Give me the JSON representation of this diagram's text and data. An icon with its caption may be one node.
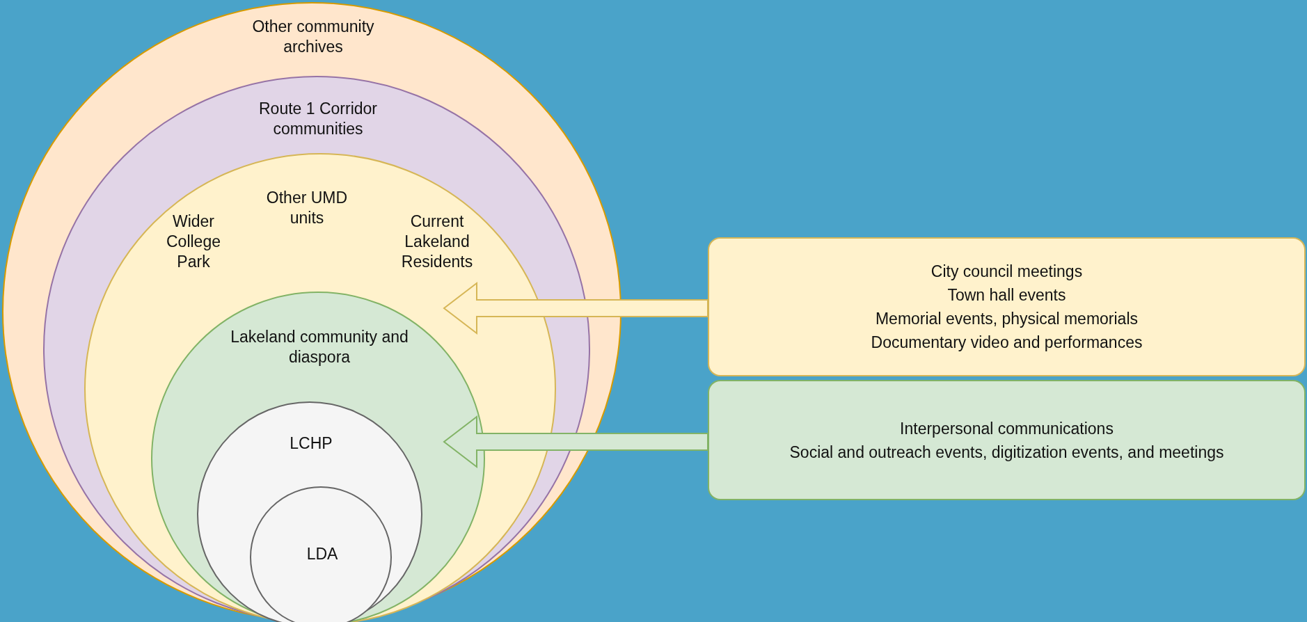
{
  "diagram": {
    "nodes": [
      {
        "text": [
          "Other community archives"
        ]
      },
      {
        "text": [
          "Route 1 Corridor communities"
        ],
        "in": 0
      },
      {
        "text": [
          "Wider College Park",
          "Other UMD units",
          "Current Lakeland Residents"
        ],
        "in": 1
      },
      {
        "text": [
          "Lakeland community and diaspora"
        ],
        "in": 2
      },
      {
        "text": [
          "LCHP"
        ],
        "in": 3
      },
      {
        "text": [
          "LDA"
        ],
        "in": 4
      },
      {
        "text": [
          "City council meetings",
          "Town hall events",
          "Memorial events, physical memorials",
          "Documentary video and performances"
        ]
      },
      {
        "text": [
          "Interpersonal communications",
          "Social and outreach events, digitization events, and meetings"
        ]
      }
    ],
    "edges": [
      {
        "from": 6,
        "to": 2,
        "arrow": "to",
        "style": "thick",
        "color": "#d6b656"
      },
      {
        "from": 7,
        "to": 3,
        "arrow": "to",
        "style": "thick",
        "color": "#82b366"
      }
    ]
  }
}
